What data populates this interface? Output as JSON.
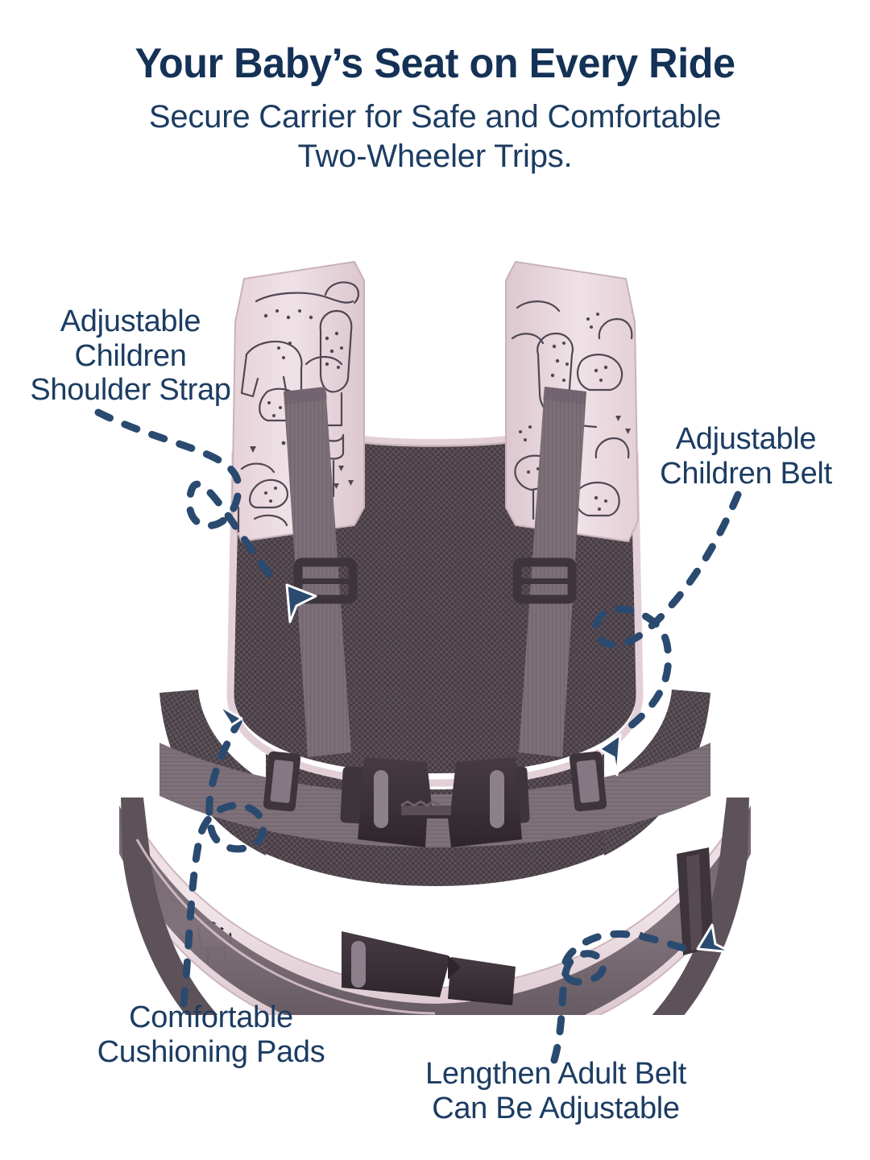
{
  "header": {
    "title": "Your Baby’s Seat on Every Ride",
    "subtitle_line1": "Secure Carrier for Safe and Comfortable",
    "subtitle_line2": "Two-Wheeler Trips."
  },
  "callouts": [
    {
      "id": "adjustable-children-shoulder-strap",
      "line1": "Adjustable",
      "line2": "Children",
      "line3": "Shoulder Strap"
    },
    {
      "id": "adjustable-children-belt",
      "line1": "Adjustable",
      "line2": "Children Belt"
    },
    {
      "id": "comfortable-cushioning-pads",
      "line1": "Comfortable",
      "line2": "Cushioning Pads"
    },
    {
      "id": "lengthen-adult-belt-can-be-adjustable",
      "line1": "Lengthen Adult Belt",
      "line2": "Can Be Adjustable"
    }
  ],
  "product": {
    "name": "two-wheeler baby carrier harness",
    "print_motif": "animal line-art (giraffe, elephant, hippo)"
  },
  "colors": {
    "background": "#ffffff",
    "navy_text": "#1c3c62",
    "navy_title": "#143156",
    "pink_pad": "#ead9de",
    "pink_pad_shadow": "#d9c3ca",
    "mesh_dark": "#564a52",
    "mesh_dark_2": "#4a3f47",
    "webbing_grey": "#7d7078",
    "webbing_grey_dark": "#6a5e66",
    "buckle_dark": "#3b3138",
    "print_line": "#4b4450",
    "dash_navy": "#2b4a6f"
  }
}
